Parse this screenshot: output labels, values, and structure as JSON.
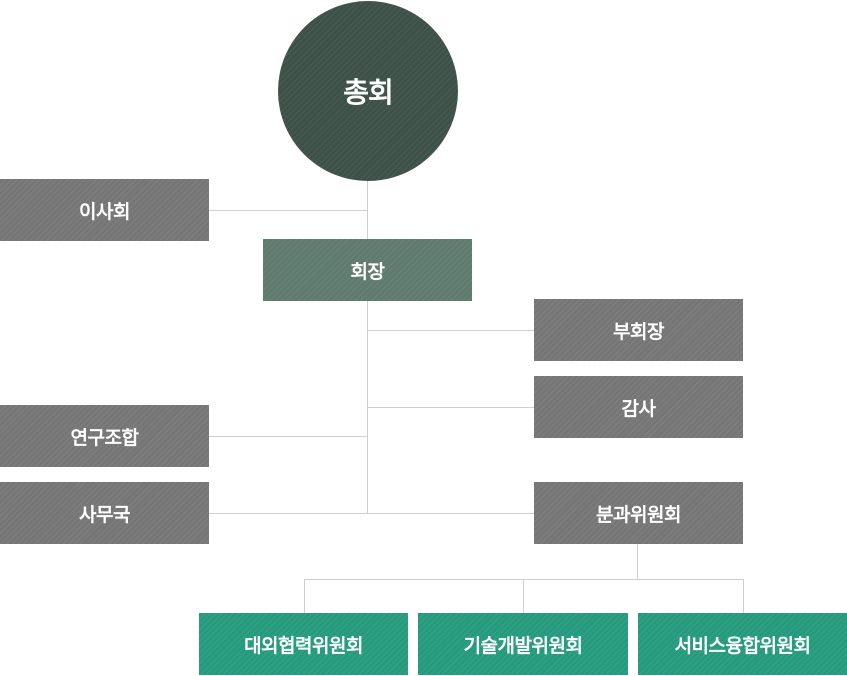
{
  "org_chart": {
    "top": {
      "label": "총회"
    },
    "chairman": {
      "label": "회장"
    },
    "board": {
      "label": "이사회"
    },
    "vice_chairman": {
      "label": "부회장"
    },
    "auditor": {
      "label": "감사"
    },
    "research_union": {
      "label": "연구조합"
    },
    "secretariat": {
      "label": "사무국"
    },
    "subcommittees": {
      "label": "분과위원회"
    },
    "committees": [
      {
        "label": "대외협력위원회"
      },
      {
        "label": "기술개발위원회"
      },
      {
        "label": "서비스융합위원회"
      }
    ]
  },
  "colors": {
    "top_circle": "#3e5149",
    "chairman": "#5f7a6e",
    "unit": "#767676",
    "committee": "#259a7c",
    "connector": "#cfcfcf"
  }
}
